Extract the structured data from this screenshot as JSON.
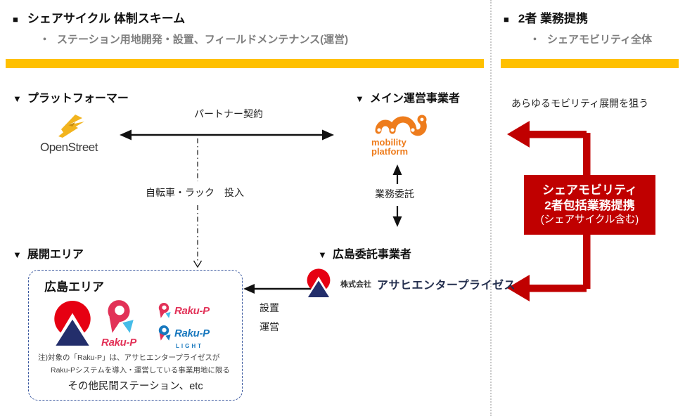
{
  "left_panel": {
    "header": {
      "marker": "■",
      "title": "シェアサイクル 体制スキーム"
    },
    "subtitle": {
      "marker": "・",
      "text": "ステーション用地開発・設置、フィールドメンテナンス(運営)"
    },
    "platformer": {
      "marker": "▼",
      "heading": "プラットフォーマー",
      "logo_text": "OpenStreet"
    },
    "main_operator": {
      "marker": "▼",
      "heading": "メイン運営事業者",
      "logo_line1": "mobility",
      "logo_line2": "platform"
    },
    "partner_contract_label": "パートナー契約",
    "bike_rack_label": "自転車・ラック　投入",
    "outsourcing_label": "業務委託",
    "deployment_area": {
      "marker": "▼",
      "heading": "展開エリア",
      "box_title": "広島エリア",
      "raku_p_label": "Raku-P",
      "raku_p_red_label": "Raku-P",
      "raku_p_light_label": "Raku-P",
      "light_caption": "LIGHT",
      "note_line1": "注)対象の「Raku-P」は、アサヒエンタープライゼスが",
      "note_line2": "Raku-Pシステムを導入・運営している事業用地に限る",
      "other_stations": "その他民間ステーション、etc"
    },
    "hiroshima_contractor": {
      "marker": "▼",
      "heading": "広島委託事業者",
      "company_prefix": "株式会社",
      "company_name": "アサヒエンタープライゼス"
    },
    "install_label": "設置",
    "operate_label": "運営"
  },
  "right_panel": {
    "header": {
      "marker": "■",
      "title": "2者 業務提携"
    },
    "subtitle": {
      "marker": "・",
      "text": "シェアモビリティ全体"
    },
    "aim_text": "あらゆるモビリティ展開を狙う",
    "alliance_box": {
      "line1": "シェアモビリティ",
      "line2": "2者包括業務提携",
      "line3": "(シェアサイクル含む)"
    }
  },
  "colors": {
    "accent_yellow": "#FFC000",
    "alliance_red": "#C00000",
    "mobility_orange": "#EE7C1C",
    "openstreet_gold": "#F2B41E",
    "asahi_red": "#E60012",
    "asahi_navy": "#232E6B",
    "rakup_crimson": "#E23157",
    "rakup_lightblue": "#45BCE8",
    "rakup_blue": "#1878BE",
    "subtitle_gray": "#7F7F7F"
  }
}
